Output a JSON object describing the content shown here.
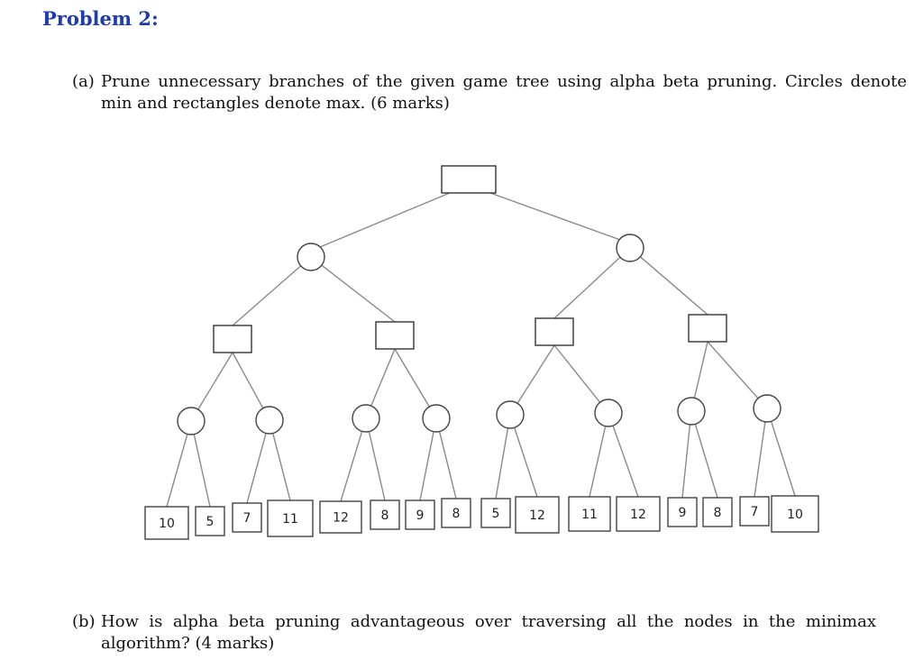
{
  "problem": {
    "heading": "Problem 2:",
    "part_a": {
      "label": "(a)",
      "text": "Prune unnecessary branches of the given game tree using alpha beta pruning. Circles denote min and rectangles denote max. (6 marks)"
    },
    "part_b": {
      "label": "(b)",
      "text": "How is alpha beta pruning advantageous over traversing all the nodes in the minimax algorithm? (4 marks)"
    }
  },
  "tree": {
    "root_type": "max",
    "leaf_values": [
      "10",
      "5",
      "7",
      "11",
      "12",
      "8",
      "9",
      "8",
      "5",
      "12",
      "11",
      "12",
      "9",
      "8",
      "7",
      "10"
    ]
  }
}
